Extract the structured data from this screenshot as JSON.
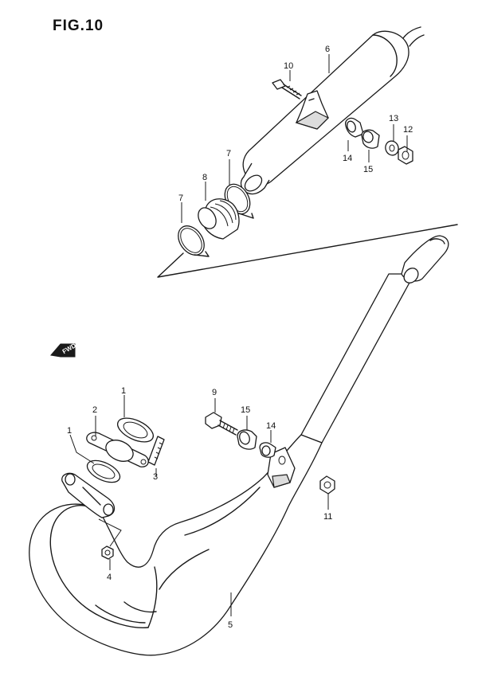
{
  "figure": {
    "title": "FIG.10",
    "fwd_label": "FWD"
  },
  "callouts": {
    "c1a": "1",
    "c1b": "1",
    "c2": "2",
    "c3": "3",
    "c4": "4",
    "c5": "5",
    "c6": "6",
    "c7a": "7",
    "c7b": "7",
    "c8": "8",
    "c9": "9",
    "c10": "10",
    "c11": "11",
    "c12": "12",
    "c13": "13",
    "c14a": "14",
    "c14b": "14",
    "c15a": "15",
    "c15b": "15"
  }
}
